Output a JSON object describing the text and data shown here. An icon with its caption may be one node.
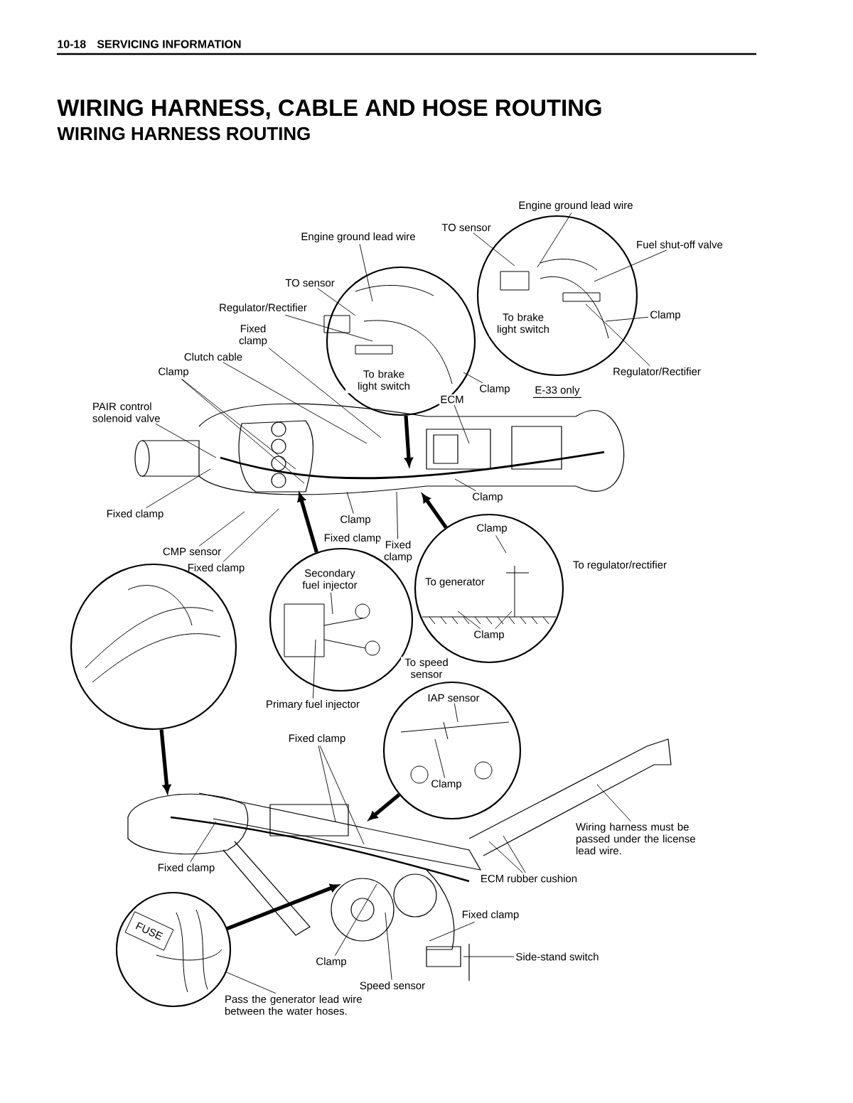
{
  "diagram": {
    "title": "WIRING HARNESS, CABLE AND HOSE ROUTING",
    "nodes": [
      {
        "text": [
          "Engine ground lead wire"
        ]
      },
      {
        "text": [
          "TO sensor"
        ]
      },
      {
        "text": [],
        "shape": "circle"
      },
      {
        "text": [
          "Fuel shut-off valve"
        ]
      },
      {
        "text": [
          "Engine ground lead wire"
        ]
      },
      {
        "text": [
          "TO sensor"
        ]
      },
      {
        "text": [],
        "shape": "circle"
      },
      {
        "text": [
          "Regulator/Rectifier"
        ]
      },
      {
        "text": [
          "Clamp"
        ]
      },
      {
        "text": [
          "Fixed clamp"
        ]
      },
      {
        "text": [
          "To brake light switch"
        ],
        "in": 2
      },
      {
        "text": [
          "Clutch cable"
        ]
      },
      {
        "text": [
          "Clamp"
        ]
      },
      {
        "text": [
          "To brake light switch"
        ],
        "in": 6
      },
      {
        "text": [
          "Regulator/Rectifier"
        ]
      },
      {
        "text": [
          "Clamp"
        ]
      },
      {
        "text": [
          "PAIR control solenoid valve"
        ]
      },
      {
        "text": [
          "ECM"
        ]
      },
      {
        "text": [
          "Clamp"
        ]
      },
      {
        "text": [
          "Fixed clamp"
        ]
      },
      {
        "text": [
          "Clamp"
        ]
      },
      {
        "text": [
          "Fixed clamp"
        ]
      },
      {
        "text": [
          "Fixed clamp"
        ]
      },
      {
        "text": [
          "CMP sensor"
        ]
      },
      {
        "text": [],
        "shape": "circle"
      },
      {
        "text": [
          "Clamp"
        ],
        "in": 24
      },
      {
        "text": [
          "Fixed clamp"
        ]
      },
      {
        "text": [],
        "shape": "circle"
      },
      {
        "text": [
          "Secondary fuel injector"
        ],
        "in": 27
      },
      {
        "text": [
          "To regulator/rectifier"
        ]
      },
      {
        "text": [
          "To generator"
        ],
        "in": 24
      },
      {
        "text": [
          "Clamp"
        ],
        "in": 24
      },
      {
        "text": [],
        "shape": "circle"
      },
      {
        "text": [
          "To speed sensor"
        ]
      },
      {
        "text": [],
        "shape": "circle"
      },
      {
        "text": [
          "IAP sensor"
        ],
        "in": 34
      },
      {
        "text": [
          "Primary fuel injector"
        ]
      },
      {
        "text": [
          "Fixed clamp"
        ]
      },
      {
        "text": [
          "Clamp"
        ],
        "in": 34
      },
      {
        "text": [
          "Wiring harness must be passed under the license lead wire."
        ]
      },
      {
        "text": [
          "Fixed clamp"
        ]
      },
      {
        "text": [
          "ECM rubber cushion"
        ]
      },
      {
        "text": [],
        "shape": "circle"
      },
      {
        "text": [
          "Fixed clamp"
        ]
      },
      {
        "text": [
          "Side-stand switch"
        ]
      },
      {
        "text": [
          "Clamp"
        ]
      },
      {
        "text": [
          "Speed sensor"
        ]
      },
      {
        "text": [
          "Pass the generator lead wire between the water hoses."
        ]
      }
    ],
    "edges": [
      {
        "from": 0,
        "to": null,
        "arrow": "none"
      },
      {
        "from": 1,
        "to": null,
        "arrow": "none"
      },
      {
        "from": 3,
        "to": null,
        "arrow": "none"
      },
      {
        "from": 8,
        "to": null,
        "arrow": "none"
      },
      {
        "from": 14,
        "to": null,
        "arrow": "none"
      },
      {
        "from": 4,
        "to": null,
        "arrow": "none"
      },
      {
        "from": 5,
        "to": null,
        "arrow": "none"
      },
      {
        "from": 7,
        "to": null,
        "arrow": "none"
      },
      {
        "from": 9,
        "to": null,
        "arrow": "none"
      },
      {
        "from": 11,
        "to": null,
        "arrow": "none"
      },
      {
        "from": 12,
        "to": null,
        "arrow": "none"
      },
      {
        "from": 12,
        "to": null,
        "arrow": "none"
      },
      {
        "from": 15,
        "to": null,
        "arrow": "none"
      },
      {
        "from": 16,
        "to": null,
        "arrow": "none"
      },
      {
        "from": 17,
        "to": null,
        "arrow": "none"
      },
      {
        "from": 19,
        "to": null,
        "arrow": "none"
      },
      {
        "from": 18,
        "to": null,
        "arrow": "none"
      },
      {
        "from": 20,
        "to": null,
        "arrow": "none"
      },
      {
        "from": 22,
        "to": null,
        "arrow": "none"
      },
      {
        "from": 23,
        "to": null,
        "arrow": "none"
      },
      {
        "from": 26,
        "to": null,
        "arrow": "none"
      },
      {
        "from": 28,
        "to": null,
        "arrow": "none"
      },
      {
        "from": 36,
        "to": null,
        "arrow": "none"
      },
      {
        "from": 25,
        "to": null,
        "arrow": "none"
      },
      {
        "from": 31,
        "to": null,
        "arrow": "none"
      },
      {
        "from": 31,
        "to": null,
        "arrow": "none"
      },
      {
        "from": 35,
        "to": null,
        "arrow": "none"
      },
      {
        "from": 38,
        "to": null,
        "arrow": "none"
      },
      {
        "from": 37,
        "to": null,
        "arrow": "none"
      },
      {
        "from": 37,
        "to": null,
        "arrow": "none"
      },
      {
        "from": 39,
        "to": null,
        "arrow": "none"
      },
      {
        "from": 40,
        "to": null,
        "arrow": "none"
      },
      {
        "from": 41,
        "to": null,
        "arrow": "none"
      },
      {
        "from": 41,
        "to": null,
        "arrow": "none"
      },
      {
        "from": 43,
        "to": null,
        "arrow": "none"
      },
      {
        "from": 44,
        "to": null,
        "arrow": "none"
      },
      {
        "from": 45,
        "to": null,
        "arrow": "none"
      },
      {
        "from": 46,
        "to": null,
        "arrow": "none"
      },
      {
        "from": 47,
        "to": 42,
        "arrow": "none"
      },
      {
        "from": 6,
        "to": null,
        "arrow": "to",
        "style": "thick"
      },
      {
        "from": 24,
        "to": null,
        "arrow": "to",
        "style": "thick"
      },
      {
        "from": 27,
        "to": null,
        "arrow": "to",
        "style": "thick"
      },
      {
        "from": 32,
        "to": null,
        "arrow": "to",
        "style": "thick"
      },
      {
        "from": 34,
        "to": null,
        "arrow": "to",
        "style": "thick"
      },
      {
        "from": 42,
        "to": null,
        "arrow": "to",
        "style": "thick"
      }
    ],
    "labels": [
      "10-18",
      "SERVICING INFORMATION",
      "WIRING HARNESS ROUTING",
      "E-33 only",
      "FUSE"
    ]
  }
}
